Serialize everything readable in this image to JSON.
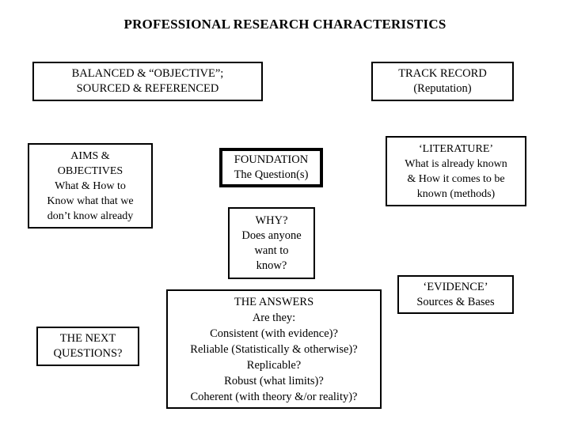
{
  "slide": {
    "title": "PROFESSIONAL RESEARCH CHARACTERISTICS",
    "background_color": "#FFFFFF",
    "text_color": "#000000",
    "border_color": "#000000"
  },
  "boxes": {
    "balanced": {
      "name": "BALANCED & OBJECTIVE",
      "lines": [
        "BALANCED & “OBJECTIVE”;",
        "SOURCED & REFERENCED"
      ]
    },
    "track_record": {
      "name": "TRACK RECORD",
      "lines": [
        "TRACK RECORD",
        "(Reputation)"
      ]
    },
    "aims": {
      "name": "AIMS & OBJECTIVES",
      "lines": [
        "AIMS &",
        "OBJECTIVES",
        "What & How to",
        "Know what that we",
        "don’t know already"
      ]
    },
    "foundation": {
      "name": "FOUNDATION",
      "lines": [
        "FOUNDATION",
        "The Question(s)"
      ]
    },
    "literature": {
      "name": "LITERATURE",
      "lines": [
        "‘LITERATURE’",
        "What is already known",
        "& How it comes to be",
        "known (methods)"
      ]
    },
    "why": {
      "name": "WHY?",
      "lines": [
        "WHY?",
        "Does anyone",
        "want to",
        "know?"
      ]
    },
    "evidence": {
      "name": "EVIDENCE",
      "lines": [
        "‘EVIDENCE’",
        "Sources & Bases"
      ]
    },
    "answers": {
      "name": "THE ANSWERS",
      "lines": [
        "THE ANSWERS",
        "Are they:",
        "Consistent (with evidence)?",
        "Reliable (Statistically & otherwise)?",
        "Replicable?",
        "Robust (what limits)?",
        "Coherent (with theory &/or reality)?"
      ]
    },
    "next_questions": {
      "name": "THE NEXT QUESTIONS?",
      "lines": [
        "THE NEXT",
        "QUESTIONS?"
      ]
    }
  }
}
